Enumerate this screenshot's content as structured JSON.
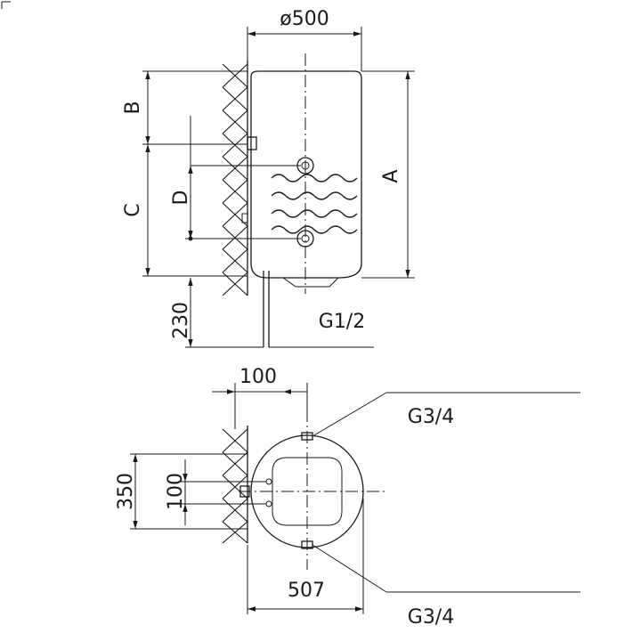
{
  "dimensions": {
    "diameter": "ø500",
    "a": "A",
    "b": "B",
    "c": "C",
    "d": "D",
    "bottom_offset": "230",
    "pipe_thread": "G1/2",
    "wall_gap": "100",
    "bracket_span": "350",
    "bracket_inner": "100",
    "depth": "507",
    "top_connection": "G3/4",
    "bottom_connection": "G3/4"
  },
  "colors": {
    "line": "#1a1a1a",
    "background": "#ffffff"
  }
}
